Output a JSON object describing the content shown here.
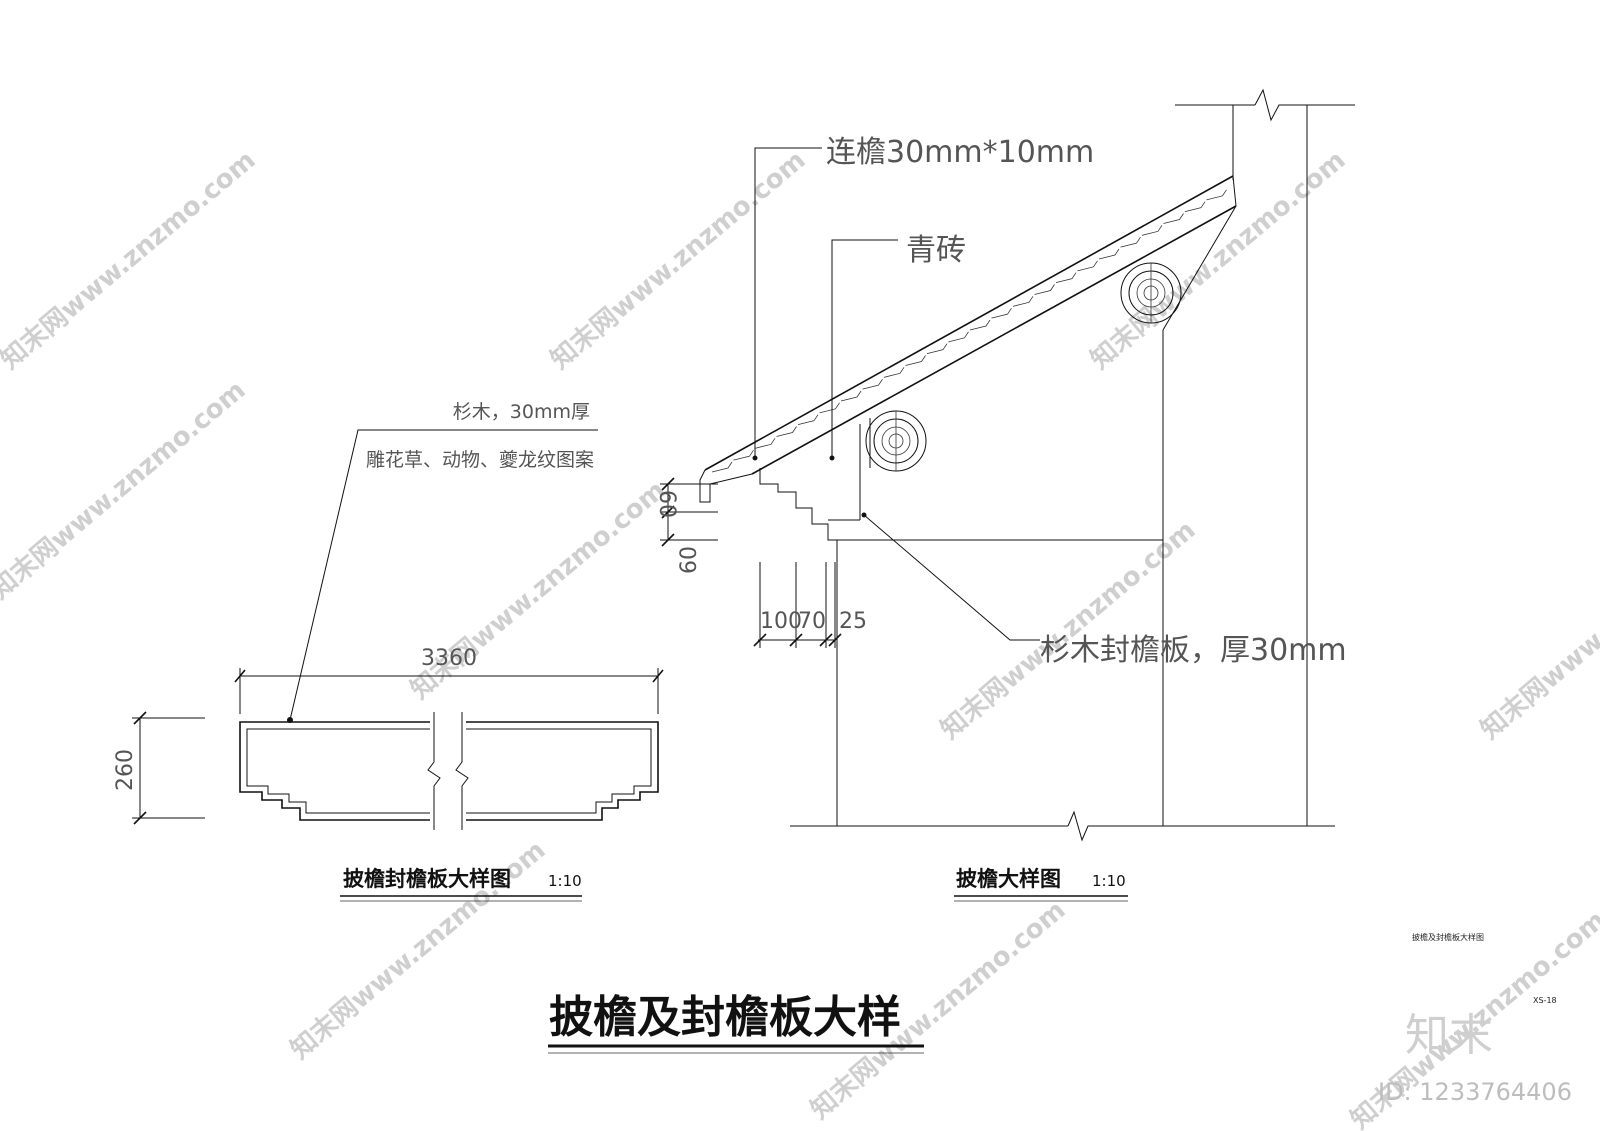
{
  "left_detail": {
    "note_material": "杉木，30mm厚",
    "note_pattern": "雕花草、动物、夔龙纹图案",
    "dim_width": "3360",
    "dim_height": "260",
    "title": "披檐封檐板大样图",
    "scale": "1:10"
  },
  "right_detail": {
    "note_rafter": "连檐30mm*10mm",
    "note_brick": "青砖",
    "note_board": "杉木封檐板，厚30mm",
    "dim_v1": "60",
    "dim_v2": "60",
    "dim_h1": "100",
    "dim_h2": "70",
    "dim_h3": "25",
    "title": "披檐大样图",
    "scale": "1:10"
  },
  "sheet": {
    "main_title": "披檐及封檐板大样",
    "small_caption": "披檐及封檐板大样图",
    "code": "XS-18"
  },
  "watermark": {
    "text": "知末网www.znzmo.com",
    "brand": "知末",
    "id": "ID: 1233764406"
  }
}
